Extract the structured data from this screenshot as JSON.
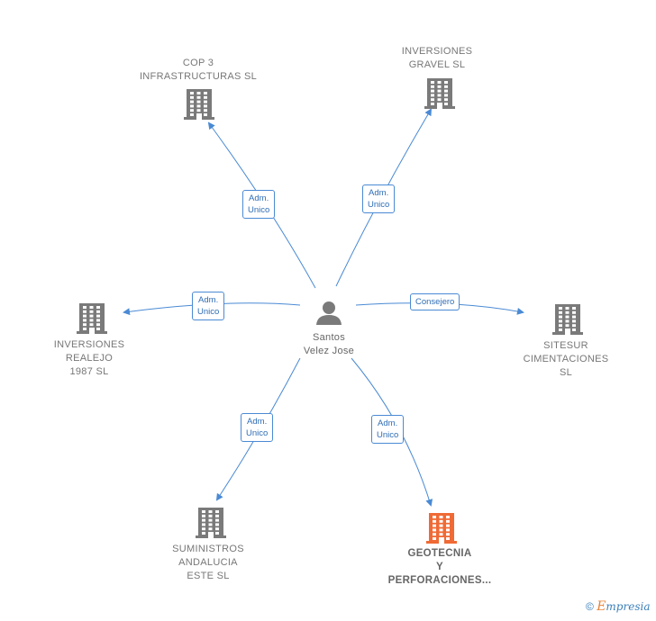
{
  "center": {
    "name": "Santos\nVelez Jose"
  },
  "companies": [
    {
      "id": "cop3",
      "name": "COP 3\nINFRASTRUCTURAS SL",
      "relation": "Adm.\nUnico"
    },
    {
      "id": "gravel",
      "name": "INVERSIONES\nGRAVEL  SL",
      "relation": "Adm.\nUnico"
    },
    {
      "id": "realejo",
      "name": "INVERSIONES\nREALEJO\n1987  SL",
      "relation": "Adm.\nUnico"
    },
    {
      "id": "sitesur",
      "name": "SITESUR\nCIMENTACIONES\nSL",
      "relation": "Consejero"
    },
    {
      "id": "suministros",
      "name": "SUMINISTROS\nANDALUCIA\nESTE SL",
      "relation": "Adm.\nUnico"
    },
    {
      "id": "geotecnia",
      "name": "GEOTECNIA\nY\nPERFORACIONES...",
      "relation": "Adm.\nUnico",
      "highlighted": true
    }
  ],
  "colors": {
    "edge": "#4a8ad4",
    "building": "#7a7a7a",
    "building_highlight": "#f06a35",
    "person": "#7a7a7a"
  },
  "icons": {
    "company": "building-icon",
    "person": "person-icon"
  },
  "brand": {
    "copyright": "©",
    "name_initial": "E",
    "name_rest": "mpresia"
  }
}
